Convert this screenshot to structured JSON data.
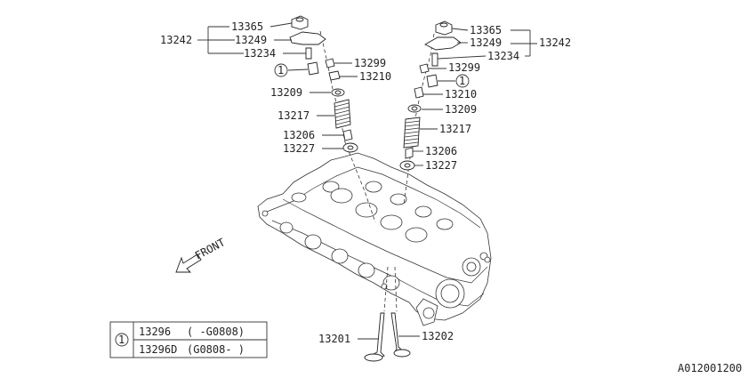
{
  "callouts": {
    "left": {
      "p13365": "13365",
      "p13242": "13242",
      "p13249": "13249",
      "p13234": "13234",
      "ref_circle": "1",
      "p13299": "13299",
      "p13210": "13210",
      "p13209": "13209",
      "p13217": "13217",
      "p13206": "13206",
      "p13227": "13227"
    },
    "right": {
      "p13365": "13365",
      "p13249": "13249",
      "p13242": "13242",
      "p13234": "13234",
      "p13299": "13299",
      "ref_circle": "1",
      "p13210": "13210",
      "p13209": "13209",
      "p13217": "13217",
      "p13206": "13206",
      "p13227": "13227"
    },
    "bottom": {
      "p13201": "13201",
      "p13202": "13202"
    }
  },
  "front_label": "FRONT",
  "legend": {
    "ref": "1",
    "rows": [
      {
        "part": "13296",
        "range": "( -G0808)"
      },
      {
        "part": "13296D",
        "range": "(G0808- )"
      }
    ]
  },
  "diagram_code": "A012001200"
}
